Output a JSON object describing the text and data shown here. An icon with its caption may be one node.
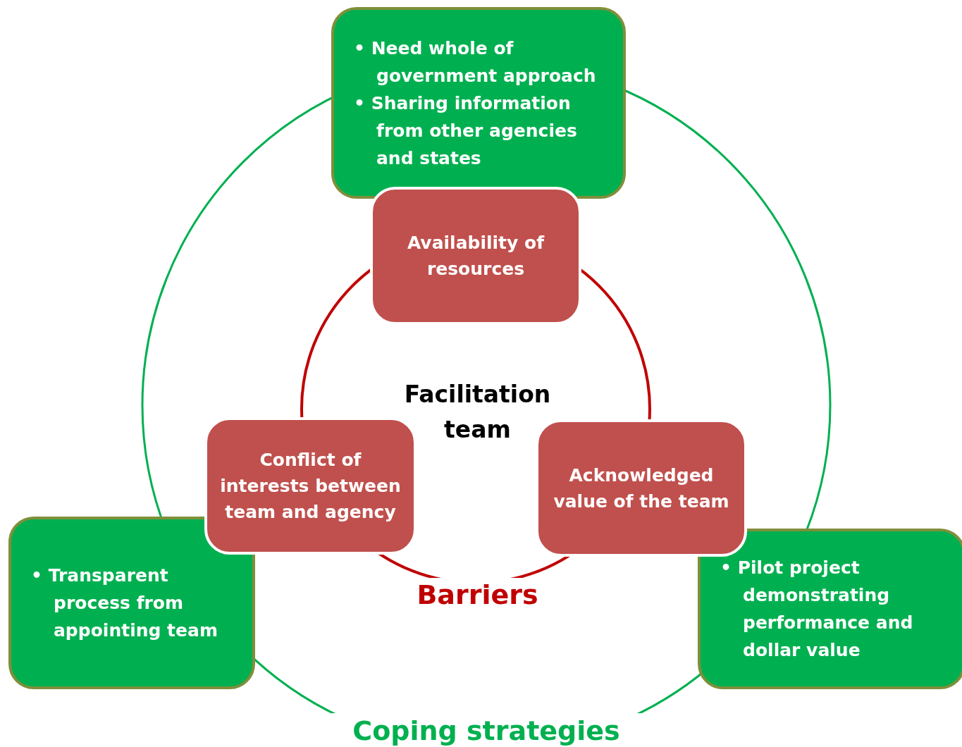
{
  "diagram": {
    "nodes": [
      {
        "text": [
          "• Need whole of government approach",
          "• Sharing information from other agencies and states"
        ]
      },
      {
        "text": [
          "Availability of resources"
        ]
      },
      {
        "text": [
          "Conflict of interests between team and agency"
        ]
      },
      {
        "text": [
          "Acknowledged value of the team"
        ]
      },
      {
        "text": [
          "• Transparent process from appointing team"
        ]
      },
      {
        "text": [
          "• Pilot project demonstrating performance and dollar value"
        ]
      }
    ],
    "labels": [
      "Facilitation team",
      "Barriers",
      "Coping strategies"
    ]
  }
}
